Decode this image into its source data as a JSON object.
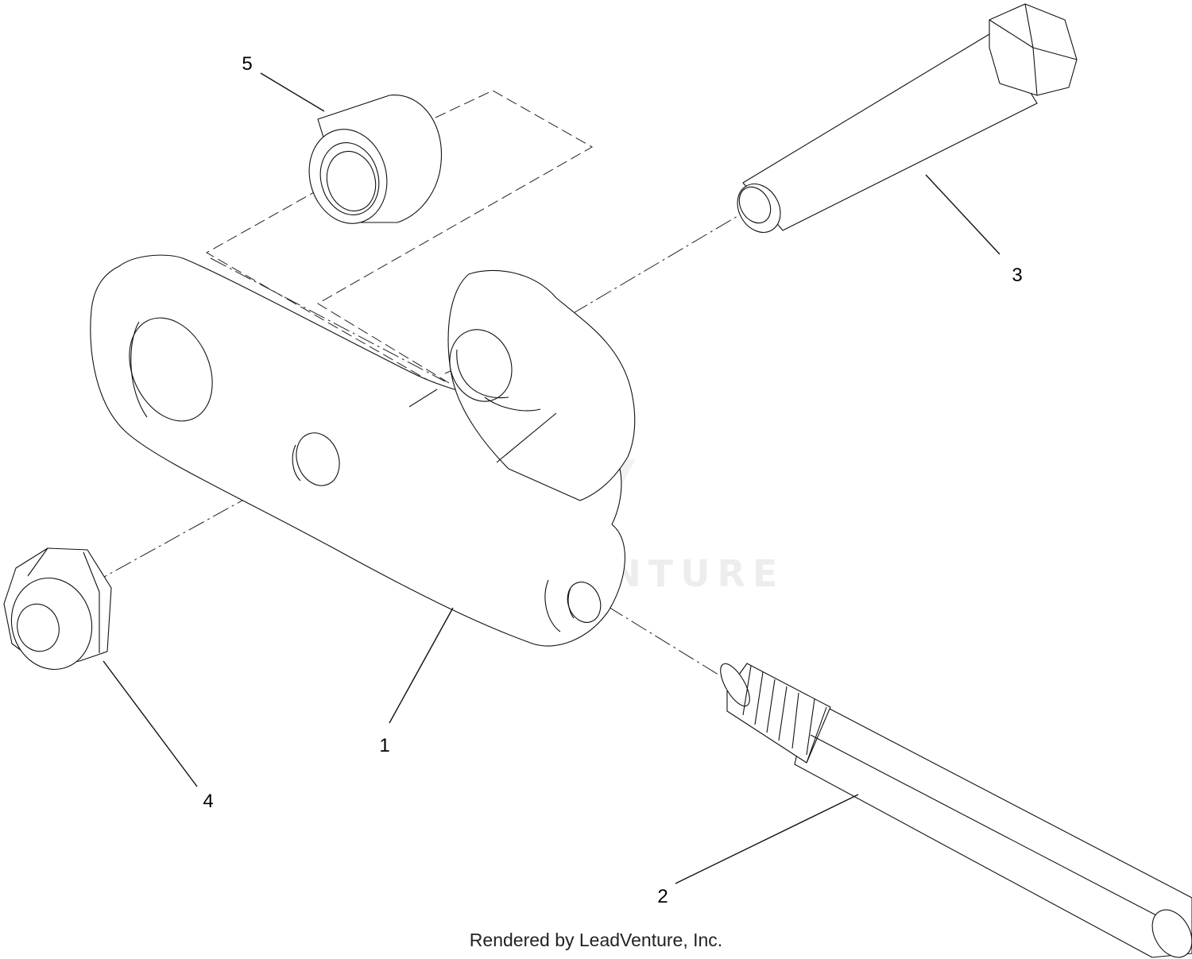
{
  "callouts": [
    {
      "id": "1",
      "text": "1"
    },
    {
      "id": "2",
      "text": "2"
    },
    {
      "id": "3",
      "text": "3"
    },
    {
      "id": "4",
      "text": "4"
    },
    {
      "id": "5",
      "text": "5"
    }
  ],
  "watermark": {
    "text": "LEADVENTURE"
  },
  "footer": {
    "text": "Rendered by LeadVenture, Inc."
  },
  "colors": {
    "line": "#111111",
    "background": "#ffffff",
    "watermark": "#000000"
  }
}
